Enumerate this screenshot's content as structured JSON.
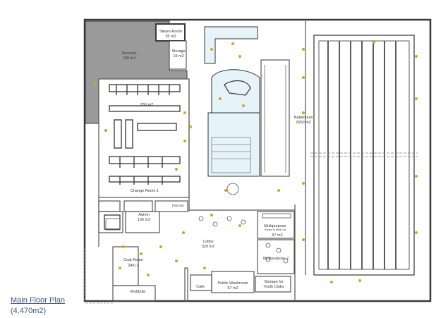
{
  "plan": {
    "caption_title": "Main Floor Plan",
    "caption_area": "(4,470m2)",
    "rooms": {
      "steam": {
        "name": "Steam Room",
        "area": "35 m2"
      },
      "services": {
        "name": "Services",
        "area": "239 m2"
      },
      "storage_top": {
        "name": "Storage",
        "area": "19 m2"
      },
      "change_area": {
        "area": "250 m2"
      },
      "change_room": {
        "name": "Change Room 1"
      },
      "first_aid": {
        "name": "First Aid"
      },
      "admin": {
        "name": "Admin",
        "area": "130 m2"
      },
      "lobby": {
        "name": "Lobby",
        "area": "329 m2"
      },
      "coat_room": {
        "name": "Coat Room",
        "area": "24m 2"
      },
      "vestibule": {
        "name": "Vestibule"
      },
      "cafe": {
        "name": "Cafe"
      },
      "public_washroom": {
        "name": "Public Washroom",
        "area": "57 m2"
      },
      "storage_youth": {
        "name1": "Storage for",
        "name2": "Youth Clubs"
      },
      "multipurpose1": {
        "name": "Multipurpose",
        "sub": "Rooms to Rent Out",
        "area": "57 m2"
      },
      "multipurpose2": {
        "name": "Multipurpose 2"
      },
      "natatorium": {
        "name": "Natatorium",
        "area": "2650 m2"
      }
    }
  },
  "colors": {
    "wall": "#3a3a3a",
    "services_fill": "#9a9a9a",
    "water": "#e6f3f8",
    "plant": "#d9a21b"
  }
}
